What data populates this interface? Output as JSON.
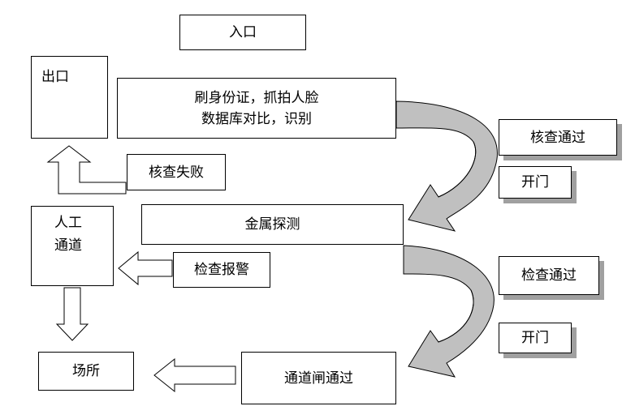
{
  "nodes": {
    "entrance": "入口",
    "exit": "出口",
    "scan_line1": "刷身份证，抓拍人脸",
    "scan_line2": "数据库对比，识别",
    "verify_pass_1": "核查通过",
    "open_door_1": "开门",
    "verify_fail": "核查失败",
    "manual_line1": "人工",
    "manual_line2": "通道",
    "metal_detect": "金属探测",
    "check_alarm": "检查报警",
    "check_pass_2": "检查通过",
    "open_door_2": "开门",
    "venue": "场所",
    "gate_pass": "通道闸通过"
  },
  "colors": {
    "curved_arrow_fill": "#c0c0c0",
    "shadow": "#a0a0a0"
  }
}
